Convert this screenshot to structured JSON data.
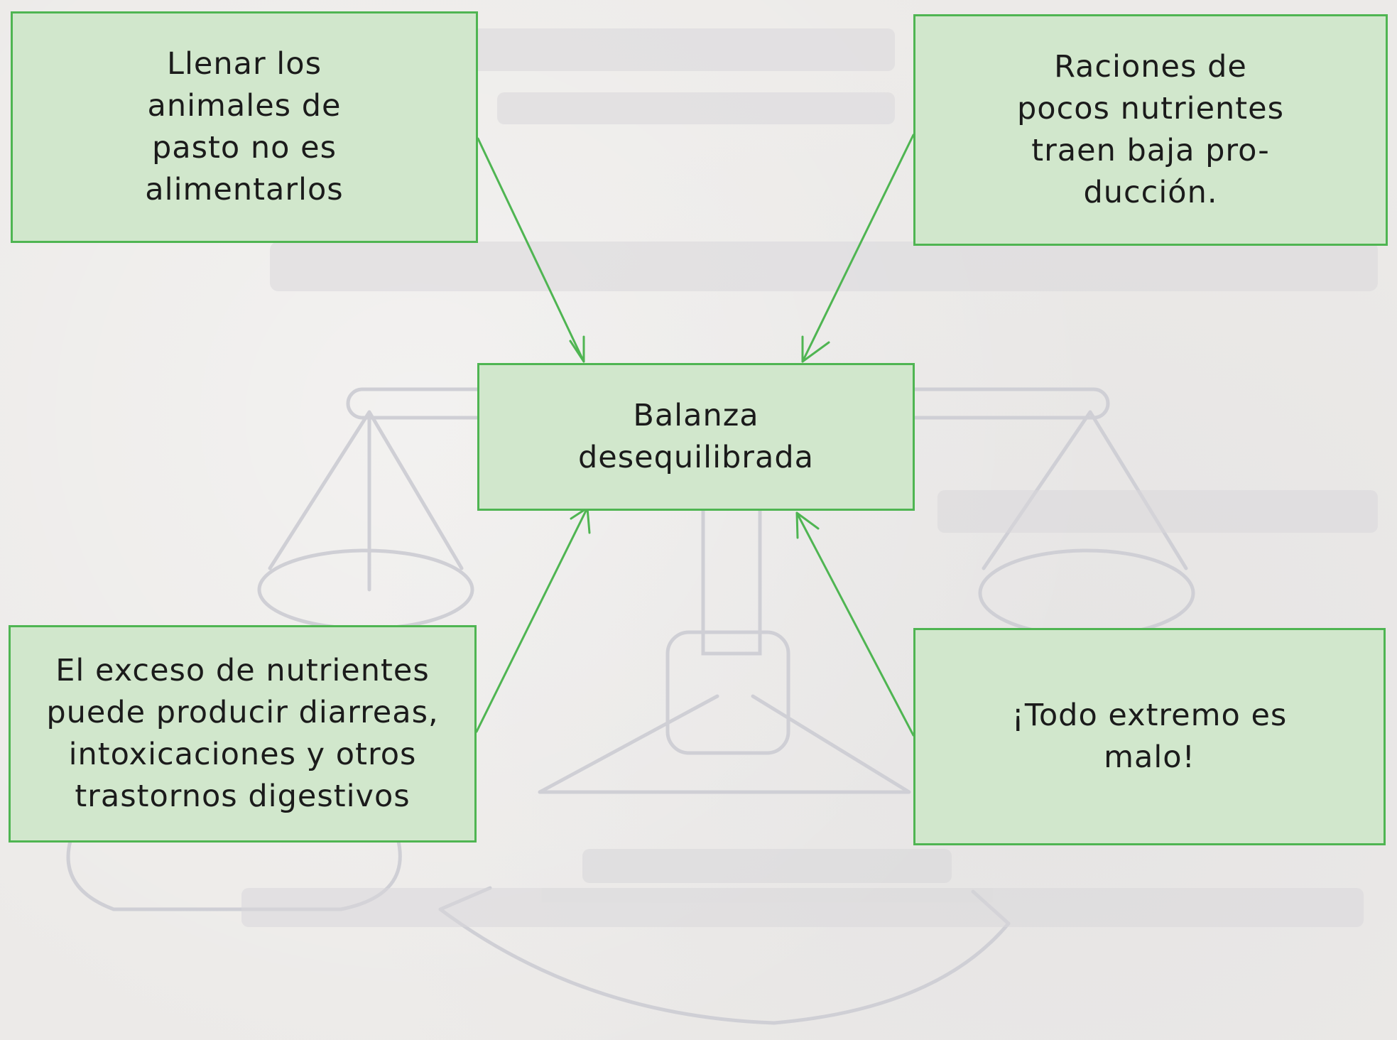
{
  "boxes": {
    "top_left": "Llenar los\nanimales de\npasto no es\nalimentarlos",
    "top_right": "Raciones de\npocos nutrientes\ntraen baja pro-\nducción.",
    "center": "Balanza\ndesequilibrada",
    "bottom_left": "El exceso de nutrientes\npuede producir diarreas,\nintoxicaciones y otros\ntrastornos digestivos",
    "bottom_right": "¡Todo extremo es\nmalo!"
  },
  "colors": {
    "box_fill": "#d1e7cc",
    "box_border": "#4fb552",
    "arrow": "#4fb552",
    "faded_art": "#c9c9cf"
  }
}
